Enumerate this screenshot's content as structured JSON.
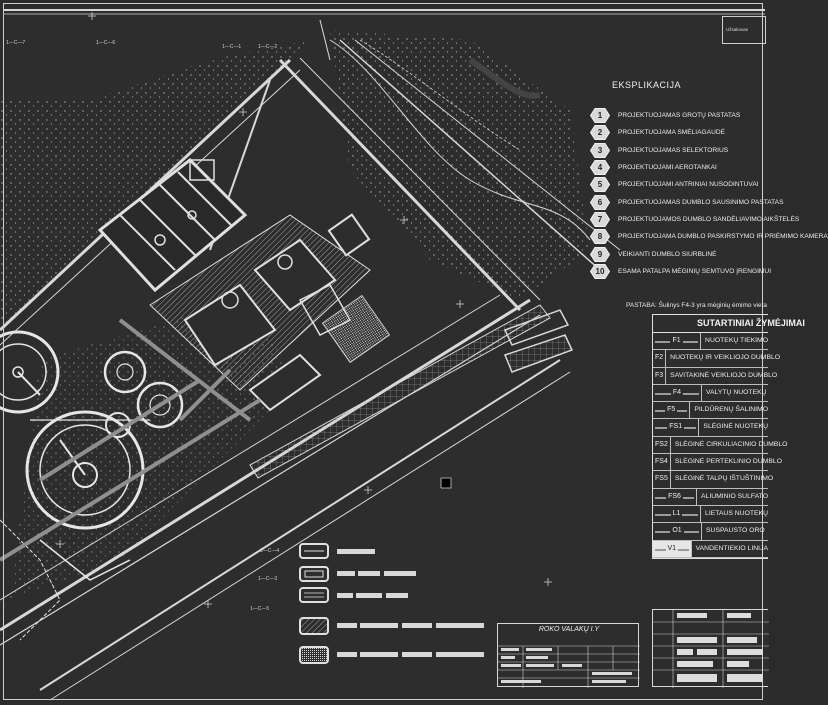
{
  "legend_title": "EKSPLIKACIJA",
  "legend_items": [
    {
      "num": "1",
      "label": "PROJEKTUOJAMAS GROTŲ PASTATAS"
    },
    {
      "num": "2",
      "label": "PROJEKTUOJAMA SMĖLIAGAUDĖ"
    },
    {
      "num": "3",
      "label": "PROJEKTUOJAMAS SELEKTORIUS"
    },
    {
      "num": "4",
      "label": "PROJEKTUOJAMI AEROTANKAI"
    },
    {
      "num": "5",
      "label": "PROJEKTUOJAMI ANTRINIAI NUSODINTUVAI"
    },
    {
      "num": "6",
      "label": "PROJEKTUOJAMAS DUMBLO SAUSINIMO PASTATAS"
    },
    {
      "num": "7",
      "label": "PROJEKTUOJAMOS DUMBLO SANDĖLIAVIMO AIKŠTELĖS"
    },
    {
      "num": "8",
      "label": "PROJEKTUOJAMA DUMBLO PASKIRSTYMO IR PRIĖMIMO KAMERA"
    },
    {
      "num": "9",
      "label": "VEIKIANTI DUMBLO SIURBLINĖ"
    },
    {
      "num": "10",
      "label": "ESAMA PATALPA MĖGINIŲ SEMTUVO ĮRENGIMUI"
    }
  ],
  "note": "PASTABA: Šulinys F4-3 yra mėginių ėmimo vieta",
  "table": {
    "title": "SUTARTINIAI ŽYMĖJIMAI",
    "rows": [
      {
        "code": "F1",
        "name": "NUOTEKŲ TIEKIMO",
        "inv": false
      },
      {
        "code": "F2",
        "name": "NUOTEKŲ IR VEIKLIOJO DUMBLO",
        "inv": false
      },
      {
        "code": "F3",
        "name": "SAVITAKINĖ VEIKLIOJO DUMBLO",
        "inv": false
      },
      {
        "code": "F4",
        "name": "VALYTŲ NUOTEKŲ",
        "inv": false
      },
      {
        "code": "F5",
        "name": "PILDŪRENŲ ŠALINIMO",
        "inv": false
      },
      {
        "code": "FS1",
        "name": "SLĖGINĖ NUOTEKŲ",
        "inv": false
      },
      {
        "code": "FS2",
        "name": "SLĖGINĖ CIRKULIACINIO DUMBLO",
        "inv": false
      },
      {
        "code": "FS4",
        "name": "SLĖGINĖ PERTEKLINIO DUMBLO",
        "inv": false
      },
      {
        "code": "FS5",
        "name": "SLĖGINĖ TALPŲ IŠTUŠTINIMO",
        "inv": false
      },
      {
        "code": "FS6",
        "name": "ALIUMINIO SULFATO",
        "inv": false
      },
      {
        "code": "L1",
        "name": "LIETAUS NUOTEKŲ",
        "inv": false
      },
      {
        "code": "O1",
        "name": "SUSPAUSTO ORO",
        "inv": false
      },
      {
        "code": "V1",
        "name": "VANDENTIEKIO LINIJA",
        "inv": true
      }
    ]
  },
  "title_block": {
    "project": "ROKO VALAKŲ I.Y"
  },
  "stamp_small": "Užsakovas",
  "section_marks": [
    "1—C—1",
    "1—C—2",
    "1—C—3",
    "1—C—4",
    "1—C—5",
    "1—C—6",
    "1—C—7"
  ],
  "colors": {
    "background": "#2d2d2d",
    "line": "#d8d8d8",
    "dim": "#9a9a9a",
    "hatch": "#bfbfbf"
  }
}
